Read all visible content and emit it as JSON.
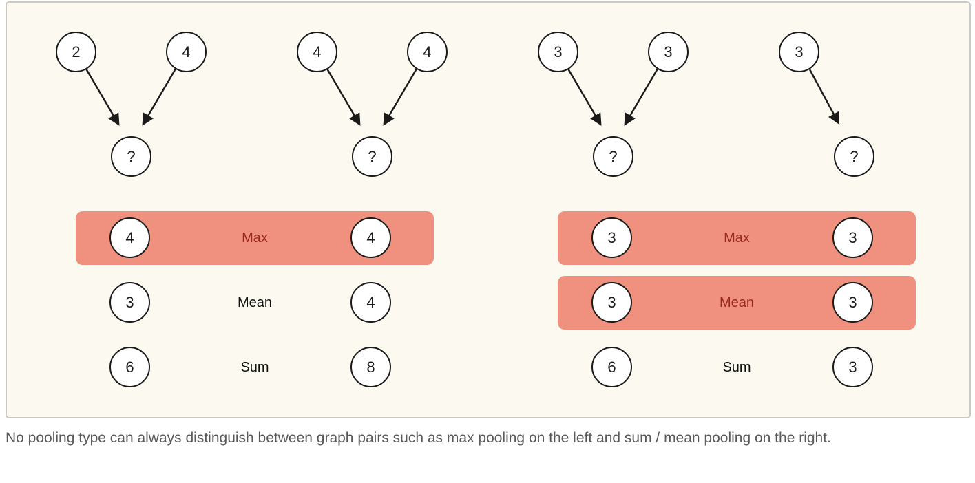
{
  "diagram": {
    "graphs": [
      {
        "parents": [
          "2",
          "4"
        ],
        "child": "?"
      },
      {
        "parents": [
          "4",
          "4"
        ],
        "child": "?"
      },
      {
        "parents": [
          "3",
          "3"
        ],
        "child": "?"
      },
      {
        "parents": [
          "3"
        ],
        "child": "?"
      }
    ],
    "pooling_groups": [
      {
        "side": "left",
        "rows": [
          {
            "label": "Max",
            "value_left": "4",
            "value_right": "4",
            "highlighted": true
          },
          {
            "label": "Mean",
            "value_left": "3",
            "value_right": "4",
            "highlighted": false
          },
          {
            "label": "Sum",
            "value_left": "6",
            "value_right": "8",
            "highlighted": false
          }
        ]
      },
      {
        "side": "right",
        "rows": [
          {
            "label": "Max",
            "value_left": "3",
            "value_right": "3",
            "highlighted": true
          },
          {
            "label": "Mean",
            "value_left": "3",
            "value_right": "3",
            "highlighted": true
          },
          {
            "label": "Sum",
            "value_left": "6",
            "value_right": "3",
            "highlighted": false
          }
        ]
      }
    ]
  },
  "caption": "No pooling type can always distinguish between graph pairs such as max pooling on the left and sum / mean pooling on the right.",
  "colors": {
    "canvas_background": "#FBF9F0",
    "frame_border": "#CBCAC4",
    "highlight_background": "#F0907F",
    "highlight_label_text": "#99291E",
    "node_stroke": "#1A1A1A",
    "caption_text": "#595959"
  }
}
